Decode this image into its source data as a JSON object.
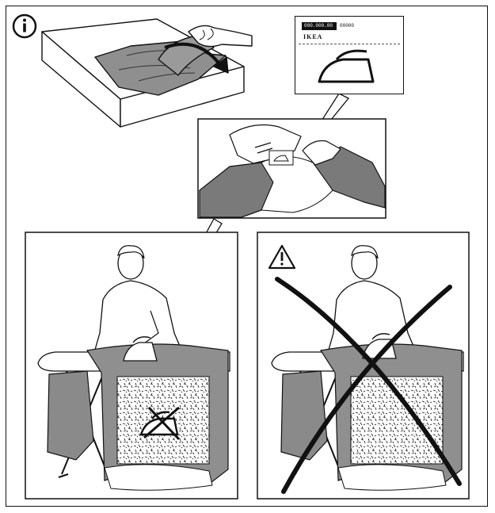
{
  "info_icon": "info-icon",
  "warning_icon": "warning-triangle-icon",
  "care_label": {
    "article_number": "000.000.00",
    "supplier_number": "00000",
    "brand": "IKEA",
    "symbol": "iron-icon"
  },
  "colors": {
    "line": "#111111",
    "fabric_gray": "#8f8f8f",
    "fabric_dark": "#6f6f6f",
    "paper": "#ffffff"
  }
}
